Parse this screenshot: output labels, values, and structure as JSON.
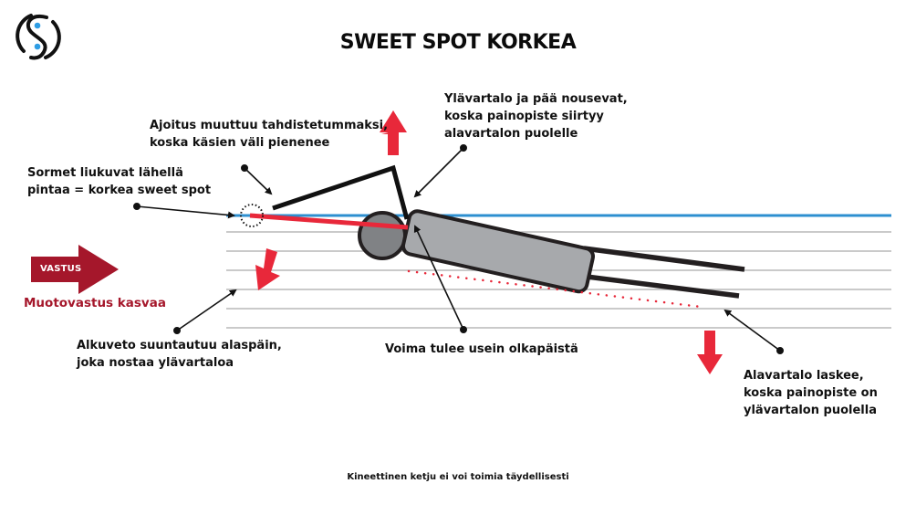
{
  "title": "SWEET SPOT KORKEA",
  "logo": {
    "icon": "yin-yang-s-logo-icon",
    "stroke_color": "#111111",
    "dot_color": "#2e9de4"
  },
  "annotations": {
    "fingers": [
      "Sormet liukuvat lähellä",
      "pintaa = korkea sweet spot"
    ],
    "timing": [
      "Ajoitus muuttuu tahdistetummaksi,",
      "koska käsien väli pienenee"
    ],
    "upper_body": [
      "Ylävartalo ja pää nousevat,",
      "koska painopiste siirtyy",
      "alavartalon puolelle"
    ],
    "pull": [
      "Alkuveto suuntautuu alaspäin,",
      "joka nostaa ylävartaloa"
    ],
    "force": "Voima tulee usein olkapäistä",
    "lower_body": [
      "Alavartalo laskee,",
      "koska painopiste on",
      "ylävartalon puolella"
    ]
  },
  "resistance": {
    "arrow_label": "VASTUS",
    "caption": "Muotovastus kasvaa",
    "color": "#a5172b"
  },
  "footer": "Kineettinen ketju ei voi toimia täydellisesti",
  "colors": {
    "force_arrow": "#e8283a",
    "water_surface": "#2d8fd0",
    "water_lines": "#b8b8b8",
    "head": "#808285",
    "torso": "#a7a9ac",
    "outline": "#231f20"
  }
}
